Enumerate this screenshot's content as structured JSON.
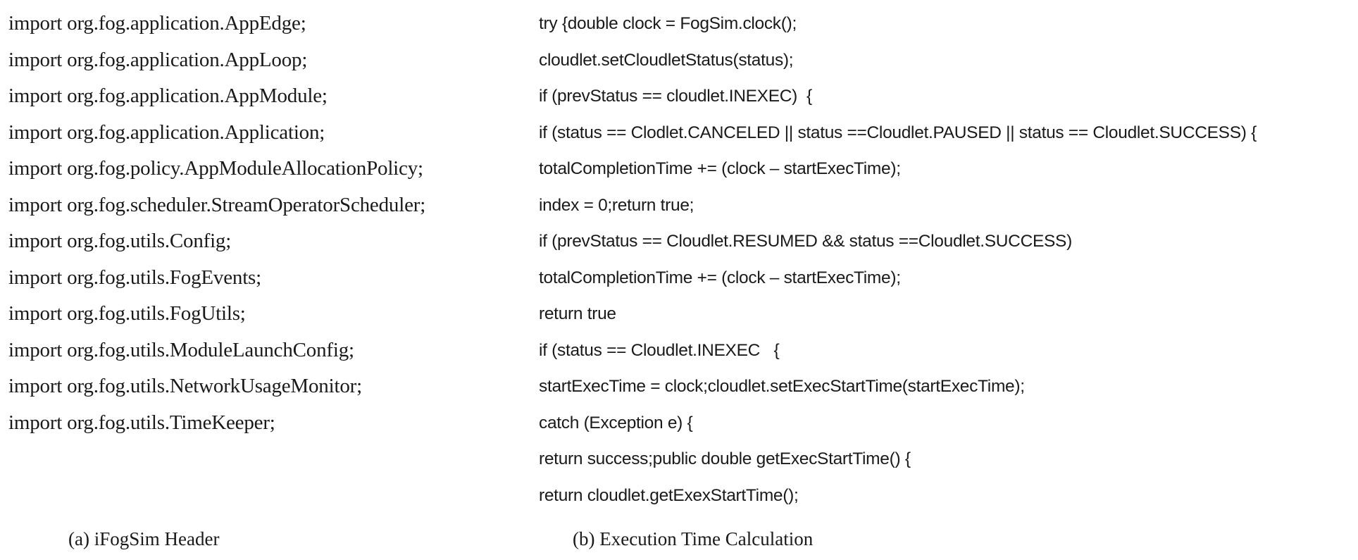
{
  "panel_a": {
    "lines": [
      "import org.fog.application.AppEdge;",
      "import org.fog.application.AppLoop;",
      "import org.fog.application.AppModule;",
      "import org.fog.application.Application;",
      "import org.fog.policy.AppModuleAllocationPolicy;",
      "import org.fog.scheduler.StreamOperatorScheduler;",
      "import org.fog.utils.Config;",
      "import org.fog.utils.FogEvents;",
      "import org.fog.utils.FogUtils;",
      "import org.fog.utils.ModuleLaunchConfig;",
      "import org.fog.utils.NetworkUsageMonitor;",
      "import org.fog.utils.TimeKeeper;"
    ],
    "caption": "(a) iFogSim Header"
  },
  "panel_b": {
    "lines": [
      "try {double clock = FogSim.clock();",
      "cloudlet.setCloudletStatus(status);",
      "if (prevStatus == cloudlet.INEXEC)  {",
      "if (status == Clodlet.CANCELED || status ==Cloudlet.PAUSED || status == Cloudlet.SUCCESS) {",
      "totalCompletionTime += (clock – startExecTime);",
      "index = 0;return true;",
      "if (prevStatus == Cloudlet.RESUMED && status ==Cloudlet.SUCCESS)",
      "totalCompletionTime += (clock – startExecTime);",
      "return true",
      "if (status == Cloudlet.INEXEC   {",
      "startExecTime = clock;cloudlet.setExecStartTime(startExecTime);",
      "catch (Exception e) {",
      "return success;public double getExecStartTime() {",
      "return cloudlet.getExexStartTime();"
    ],
    "caption": "(b) Execution Time Calculation"
  }
}
